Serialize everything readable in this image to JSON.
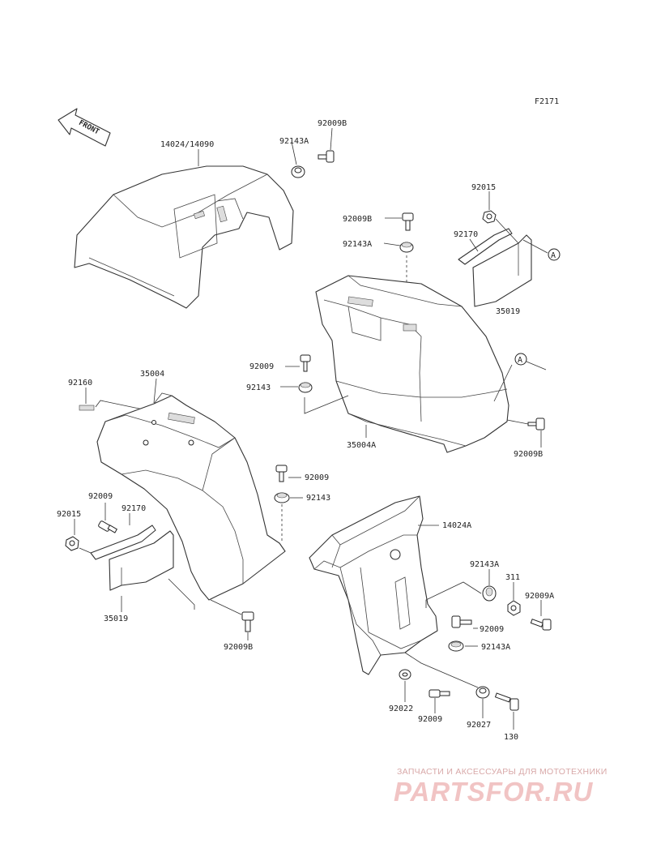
{
  "figure_code": "F2171",
  "front_label": "FRONT",
  "reference_marker": "A",
  "labels": {
    "cover_top": "14024/14090",
    "cover_top_grommet": "92143A",
    "cover_top_bolt": "92009B",
    "upper_bolt": "92009B",
    "upper_grommet": "92143A",
    "nut_upper_right": "92015",
    "stay_upper_right": "92170",
    "flap_upper_right": "35019",
    "fender_right_bolt": "92009",
    "fender_right_grommet": "92143",
    "fender_right_lower_bolt": "92009B",
    "fender_right": "35004A",
    "clip": "92160",
    "fender_left": "35004",
    "fender_left_bolt": "92009",
    "fender_left_grommet": "92143",
    "left_bolt": "92009",
    "left_nut": "92015",
    "left_stay": "92170",
    "left_flap": "35019",
    "left_lower_bolt": "92009B",
    "under_cover": "14024A",
    "under_grommet": "92143A",
    "under_nut": "311",
    "under_bolt_a": "92009A",
    "under_bolt": "92009",
    "under_grommet_2": "92143A",
    "washer": "92022",
    "bottom_bolt": "92009",
    "collar": "92027",
    "bottom_bolt_130": "130"
  },
  "watermark": {
    "caption": "ЗАПЧАСТИ И АКСЕССУАРЫ ДЛЯ МОТОТЕХНИКИ",
    "logo": "PARTSFOR.RU"
  }
}
